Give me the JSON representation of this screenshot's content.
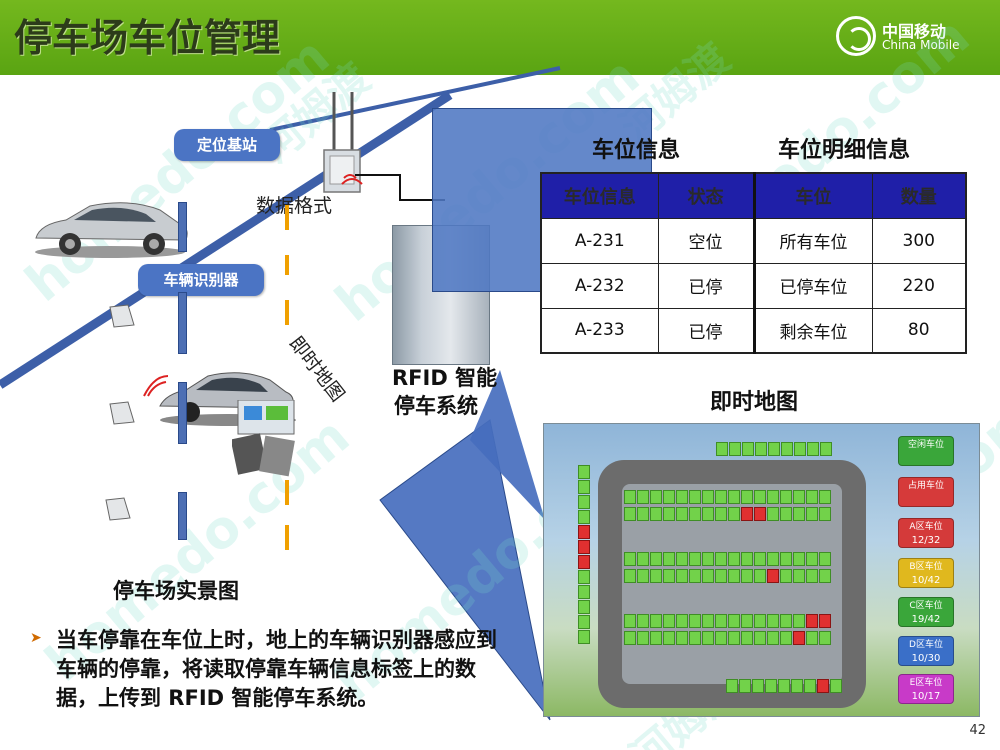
{
  "header": {
    "title": "停车场车位管理",
    "brand_cn": "中国移动",
    "brand_en": "China Mobile"
  },
  "watermark": [
    "homedo.com",
    "河姆渡"
  ],
  "scene": {
    "station_label": "定位基站",
    "reader_label": "车辆识别器",
    "data_format": "数据格式",
    "realtime_map_diag": "即时地图",
    "system_label_line1": "RFID 智能",
    "system_label_line2": "停车系统",
    "scene_caption": "停车场实景图"
  },
  "table": {
    "title_left": "车位信息",
    "title_right": "车位明细信息",
    "headers": [
      "车位信息",
      "状态",
      "车位",
      "数量"
    ],
    "rows": [
      [
        "A-231",
        "空位",
        "所有车位",
        "300"
      ],
      [
        "A-232",
        "已停",
        "已停车位",
        "220"
      ],
      [
        "A-233",
        "已停",
        "剩余车位",
        "80"
      ]
    ]
  },
  "map": {
    "title": "即时地图",
    "legends": [
      {
        "label": "空闲车位",
        "value": "",
        "color": "#3aa63a"
      },
      {
        "label": "占用车位",
        "value": "",
        "color": "#d63a3a"
      },
      {
        "label": "A区车位",
        "value": "12/32",
        "color": "#d43a3a"
      },
      {
        "label": "B区车位",
        "value": "10/42",
        "color": "#e0b81e"
      },
      {
        "label": "C区车位",
        "value": "19/42",
        "color": "#3aa63a"
      },
      {
        "label": "D区车位",
        "value": "10/30",
        "color": "#3a6fc8"
      },
      {
        "label": "E区车位",
        "value": "10/17",
        "color": "#c83ac8"
      }
    ]
  },
  "bullet": "当车停靠在车位上时，地上的车辆识别器感应到车辆的停靠，将读取停靠车辆信息标签上的数据，上传到 RFID 智能停车系统。",
  "page_number": "42"
}
